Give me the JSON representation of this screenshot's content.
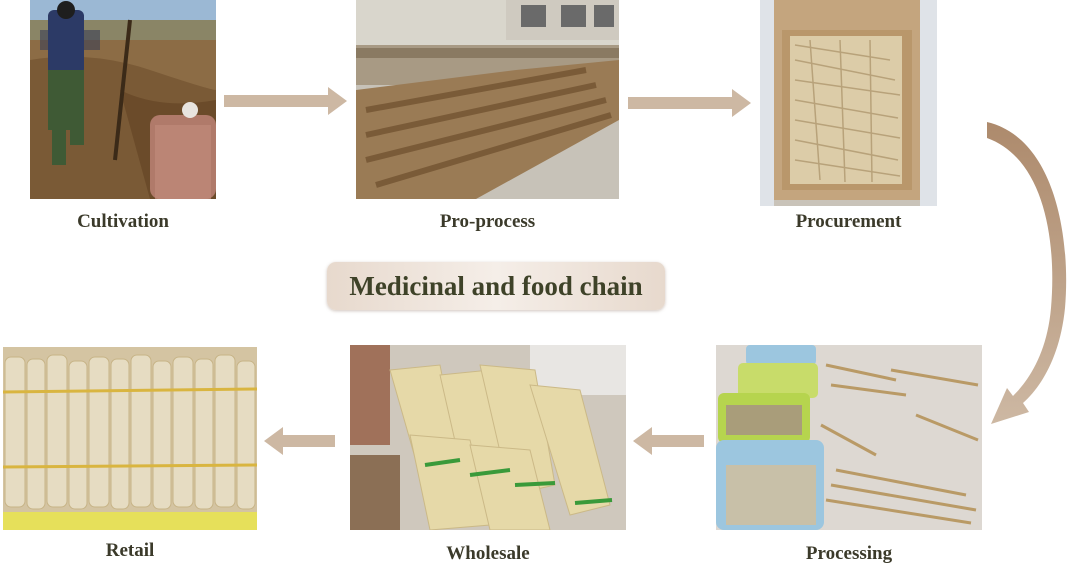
{
  "stages": {
    "cultivation": {
      "label": "Cultivation"
    },
    "preprocess": {
      "label": "Pro-process"
    },
    "procurement": {
      "label": "Procurement"
    },
    "processing": {
      "label": "Processing"
    },
    "wholesale": {
      "label": "Wholesale"
    },
    "retail": {
      "label": "Retail"
    }
  },
  "center_title": "Medicinal and food chain",
  "colors": {
    "arrow": "#cdb8a3",
    "label_text": "#3b3a2a",
    "title_text": "#3e4228",
    "banner_bg": "#ecdfd4"
  }
}
